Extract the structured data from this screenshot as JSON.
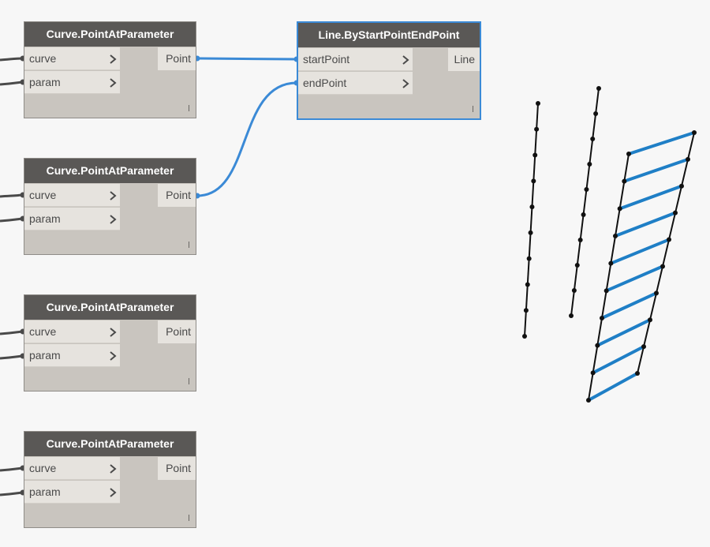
{
  "canvas": {
    "wire_color_active": "#3b8ad6",
    "wire_color_inactive": "#4a4a4a",
    "node_header_color": "#5a5856",
    "node_body_color": "#c9c5bf",
    "port_color": "#e6e3de",
    "selection_color": "#3b8ad6",
    "geometry_line_color": "#111111",
    "preview_color": "#1f7fc6"
  },
  "nodes": {
    "pap1": {
      "title": "Curve.PointAtParameter",
      "in1": "curve",
      "in2": "param",
      "out": "Point"
    },
    "pap2": {
      "title": "Curve.PointAtParameter",
      "in1": "curve",
      "in2": "param",
      "out": "Point"
    },
    "pap3": {
      "title": "Curve.PointAtParameter",
      "in1": "curve",
      "in2": "param",
      "out": "Point"
    },
    "pap4": {
      "title": "Curve.PointAtParameter",
      "in1": "curve",
      "in2": "param",
      "out": "Point"
    },
    "line": {
      "title": "Line.ByStartPointEndPoint",
      "in1": "startPoint",
      "in2": "endPoint",
      "out": "Line"
    }
  }
}
